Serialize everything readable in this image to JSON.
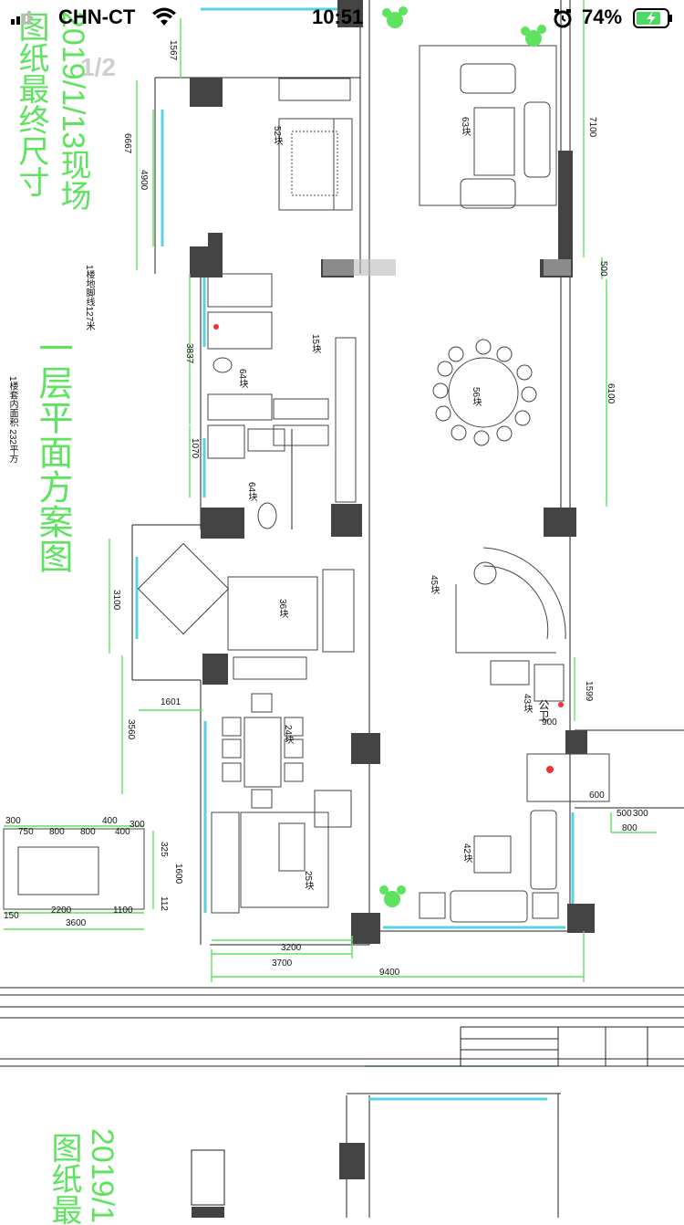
{
  "status_bar": {
    "carrier": "CHN-CT",
    "time": "10:51",
    "battery": "74%",
    "icons": [
      "signal-icon",
      "wifi-icon",
      "alarm-icon",
      "battery-charging-icon"
    ]
  },
  "page_indicator": "1/2",
  "drawing": {
    "title_main": "一层平面方案图",
    "watermark_date": "2019/1/13现场",
    "watermark_note": "图纸最终尺寸",
    "note_skirting": "1楼地脚线127米",
    "note_area": "1楼套内面积 232平方",
    "dimensions_top": [
      "1567",
      "6667",
      "4900",
      "7100",
      "500",
      "3837",
      "6100",
      "1070",
      "3100",
      "1601",
      "1599",
      "3560",
      "900",
      "600",
      "500",
      "300",
      "800"
    ],
    "dimensions_bottom": [
      "3200",
      "3700",
      "9400"
    ],
    "dimensions_left_block": [
      "300",
      "750",
      "800",
      "800",
      "400",
      "400",
      "300",
      "325",
      "1600",
      "112",
      "150",
      "2200",
      "1100",
      "3600"
    ],
    "room_labels": [
      "52块",
      "63块",
      "15块",
      "64块",
      "56块",
      "64块",
      "45块",
      "36块",
      "43块",
      "24块",
      "25块",
      "42块"
    ],
    "bathroom_label": "公卫",
    "second_page_date": "2019/1",
    "second_page_note": "图纸最"
  }
}
